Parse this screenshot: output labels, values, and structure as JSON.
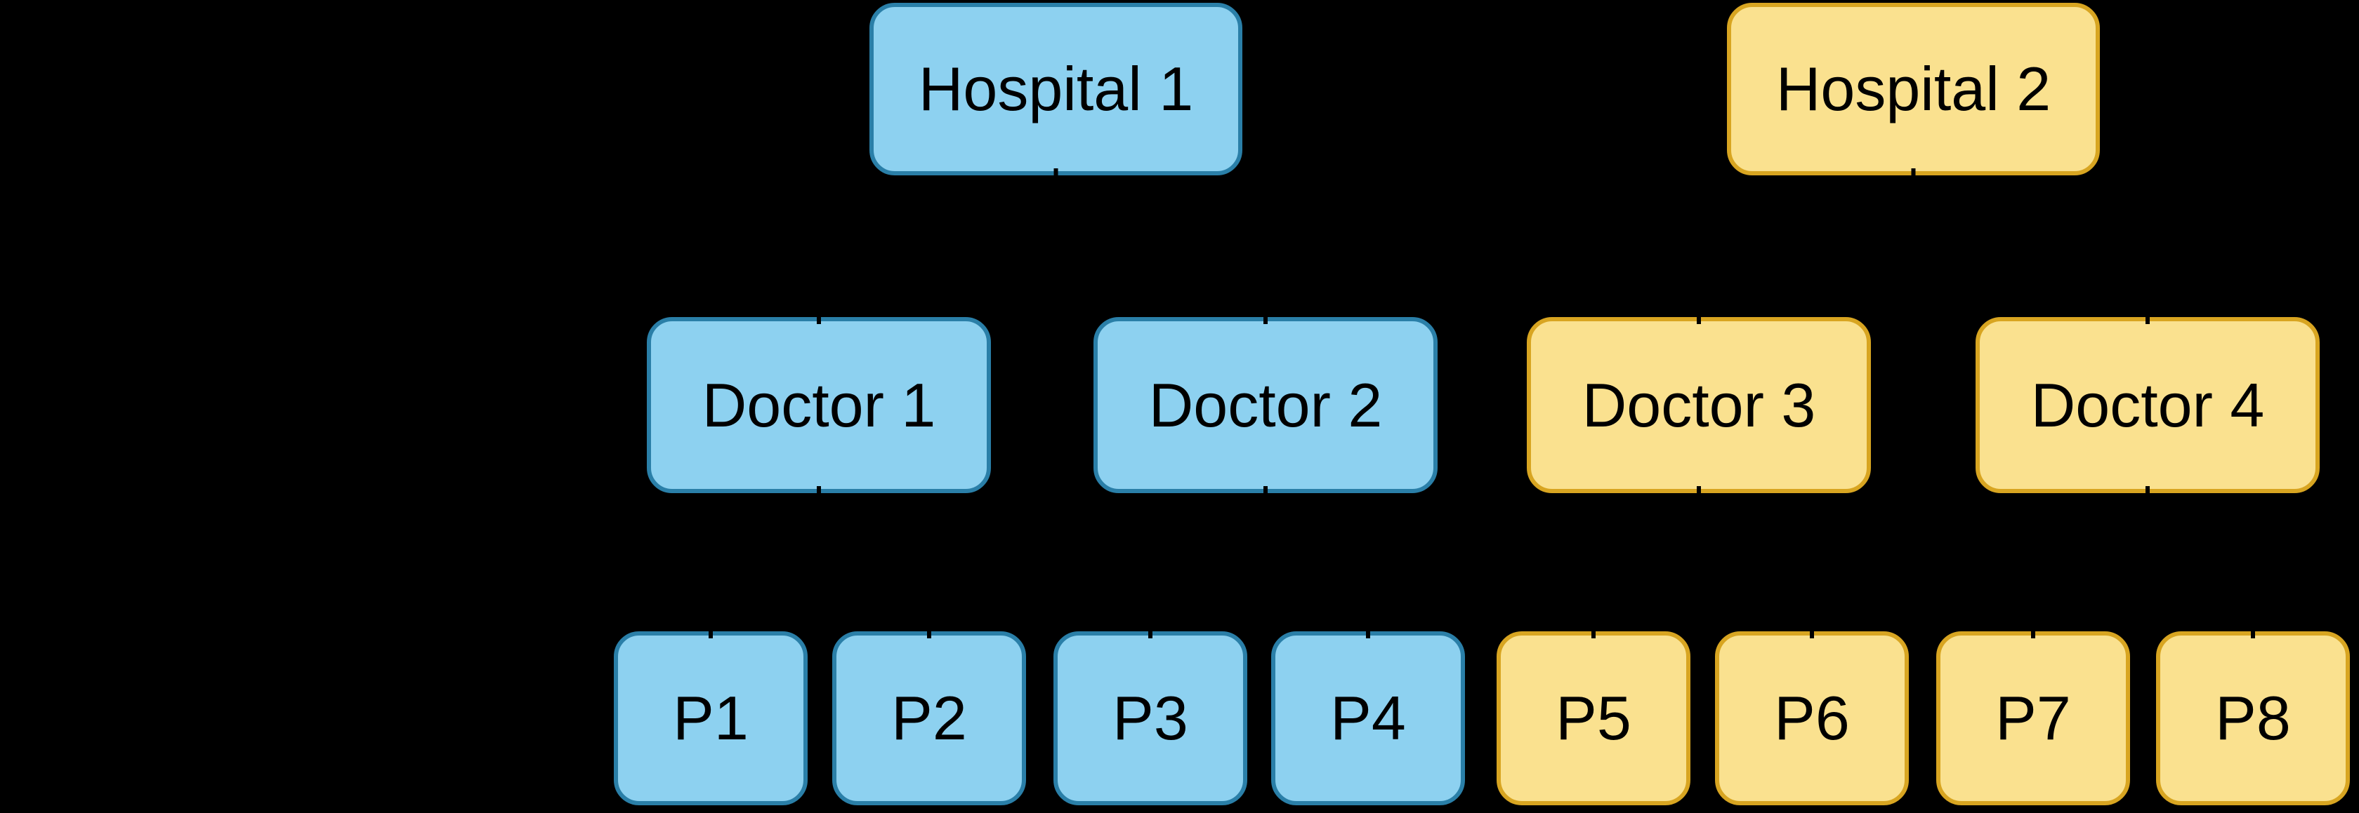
{
  "palette": {
    "background": "#000000",
    "blue_fill": "#8DD1F0",
    "blue_stroke": "#2A7FA8",
    "yellow_fill": "#FAE18F",
    "yellow_stroke": "#D8A521",
    "text": "#000000",
    "edge": "#000000"
  },
  "nodes": {
    "hospitals": [
      {
        "label": "Hospital 1",
        "group": "blue"
      },
      {
        "label": "Hospital 2",
        "group": "yellow"
      }
    ],
    "doctors": [
      {
        "label": "Doctor 1",
        "group": "blue"
      },
      {
        "label": "Doctor 2",
        "group": "blue"
      },
      {
        "label": "Doctor 3",
        "group": "yellow"
      },
      {
        "label": "Doctor 4",
        "group": "yellow"
      }
    ],
    "patients": [
      {
        "label": "P1",
        "group": "blue"
      },
      {
        "label": "P2",
        "group": "blue"
      },
      {
        "label": "P3",
        "group": "blue"
      },
      {
        "label": "P4",
        "group": "blue"
      },
      {
        "label": "P5",
        "group": "yellow"
      },
      {
        "label": "P6",
        "group": "yellow"
      },
      {
        "label": "P7",
        "group": "yellow"
      },
      {
        "label": "P8",
        "group": "yellow"
      }
    ]
  },
  "edges": [
    {
      "from": "n-h1",
      "to": "n-d1"
    },
    {
      "from": "n-h1",
      "to": "n-d2"
    },
    {
      "from": "n-h2",
      "to": "n-d3"
    },
    {
      "from": "n-h2",
      "to": "n-d4"
    },
    {
      "from": "n-d1",
      "to": "n-p1"
    },
    {
      "from": "n-d1",
      "to": "n-p2"
    },
    {
      "from": "n-d2",
      "to": "n-p3"
    },
    {
      "from": "n-d2",
      "to": "n-p4"
    },
    {
      "from": "n-d3",
      "to": "n-p5"
    },
    {
      "from": "n-d3",
      "to": "n-p6"
    },
    {
      "from": "n-d4",
      "to": "n-p7"
    },
    {
      "from": "n-d4",
      "to": "n-p8"
    }
  ]
}
